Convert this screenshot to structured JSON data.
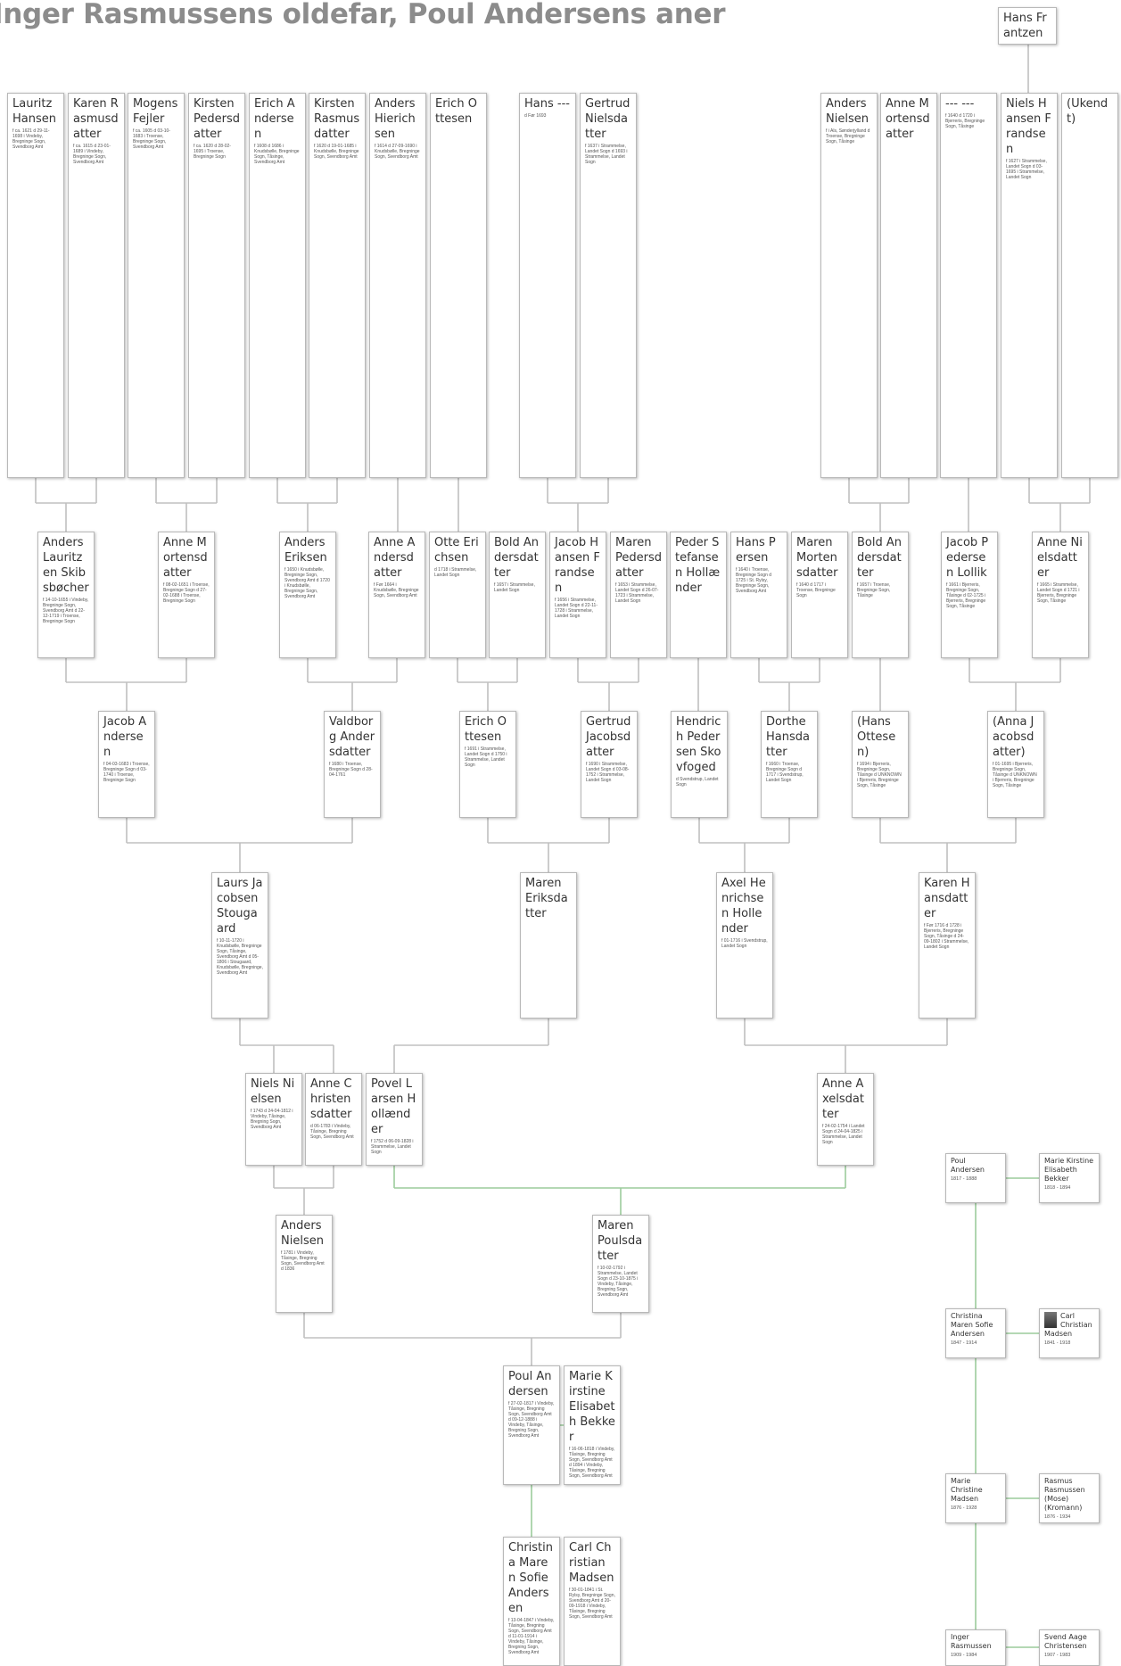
{
  "title": "Inger Rasmussens oldefar, Poul Andersens aner",
  "tree": {
    "people": [
      {
        "id": "hans_frantzen",
        "name": "Hans Frantzen",
        "dates": ""
      },
      {
        "id": "lauritz",
        "name": "Lauritz Hansen",
        "dates": "f ca. 1621 d 29-11-1698 i Vindeby, Bregninge Sogn, Svendborg Amt"
      },
      {
        "id": "karen_r",
        "name": "Karen Rasmusdatter",
        "dates": "f ca. 1615 d 23-01-1689 i Vindeby, Bregninge Sogn, Svendborg Amt"
      },
      {
        "id": "mogens",
        "name": "Mogens Fejler",
        "dates": "f ca. 1605 d 03-10-1683 i Troense, Bregninge Sogn, Svendborg Amt"
      },
      {
        "id": "kirsten_p",
        "name": "Kirsten Pedersdatter",
        "dates": "f ca. 1620 d 28-02-1695 i Troense, Bregninge Sogn"
      },
      {
        "id": "erich_a",
        "name": "Erich Andersen",
        "dates": "f 1608 d 1686 i Knudsbølle, Bregninge Sogn, Tåsinge, Svendborg Amt"
      },
      {
        "id": "kirsten_r",
        "name": "Kirsten Rasmusdatter",
        "dates": "f 1620 d 19-01-1685 i Knudsbølle, Bregninge Sogn, Svendborg Amt"
      },
      {
        "id": "anders_h",
        "name": "Anders Hierichsen",
        "dates": "f 1614 d 27-09-1690 i Knudsbølle, Bregninge Sogn, Svendborg Amt"
      },
      {
        "id": "erich_o1",
        "name": "Erich Ottesen",
        "dates": ""
      },
      {
        "id": "hans_dash",
        "name": "Hans ---",
        "dates": "d Før 1693"
      },
      {
        "id": "gertrud_n",
        "name": "Gertrud Nielsdatter",
        "dates": "f 1637 i Strammelse, Landet Sogn d 1693 i Strammelse, Landet Sogn"
      },
      {
        "id": "anders_n1",
        "name": "Anders Nielsen",
        "dates": "f i Als, Sønderjylland d Troense, Bregninge Sogn, Tåsinge"
      },
      {
        "id": "anne_m1",
        "name": "Anne Mortensdatter",
        "dates": ""
      },
      {
        "id": "dash2",
        "name": "--- ---",
        "dates": "f 1640 d 1720 i Bjerreris, Bregninge Sogn, Tåsinge"
      },
      {
        "id": "niels_hf",
        "name": "Niels Hansen Frandsen",
        "dates": "f 1627 i Strammelse, Landet Sogn d 03-1695 i Strammelse, Landet Sogn"
      },
      {
        "id": "unknown",
        "name": "(Ukendt)",
        "dates": ""
      },
      {
        "id": "maren_p1",
        "name": "Maren Pedersdatter",
        "dates": "f 1632 d 1715 i Strammelse, Landet Sogn"
      },
      {
        "id": "anders_ls",
        "name": "Anders Lauritzen Skibsbøcher",
        "dates": "f 14-10-1655 i Vindeby, Bregninge Sogn, Svendborg Amt d 22-12-1719 i Troense, Bregninge Sogn"
      },
      {
        "id": "anne_m2",
        "name": "Anne Mortensdatter",
        "dates": "f 08-02-1651 i Troense, Bregninge Sogn d 27-02-1688 i Troense, Bregninge Sogn"
      },
      {
        "id": "anders_e",
        "name": "Anders Eriksen",
        "dates": "f 1650 i Knudsbølle, Bregninge Sogn, Svendborg Amt d 1720 i Knudsbølle, Bregninge Sogn, Svendborg Amt"
      },
      {
        "id": "anne_a1",
        "name": "Anne Andersdatter",
        "dates": "f Før 1664 i Knudsbølle, Bregninge Sogn, Svendborg Amt"
      },
      {
        "id": "otte_e",
        "name": "Otte Erichsen",
        "dates": "d 1718 i Strammelse, Landet Sogn"
      },
      {
        "id": "bold_a1",
        "name": "Bold Andersdatter",
        "dates": "f 1657 i Strammelse, Landet Sogn"
      },
      {
        "id": "jacob_hf",
        "name": "Jacob Hansen Frandsen",
        "dates": "f 1656 i Strammelse, Landet Sogn d 22-11-1728 i Strammelse, Landet Sogn"
      },
      {
        "id": "maren_p2",
        "name": "Maren Pedersdatter",
        "dates": "f 1653 i Strammelse, Landet Sogn d 26-07-1723 i Strammelse, Landet Sogn"
      },
      {
        "id": "peder_sh",
        "name": "Peder Stefansen Hollænder",
        "dates": ""
      },
      {
        "id": "hans_p",
        "name": "Hans Persen",
        "dates": "f 1640 i Troense, Bregninge Sogn d 1725 i St. Rylsy, Bregninge Sogn, Svendborg Amt"
      },
      {
        "id": "maren_m",
        "name": "Maren Mortensdatter",
        "dates": "f 1640 d 1717 i Troense, Bregninge Sogn"
      },
      {
        "id": "bold_a2",
        "name": "Bold Andersdatter",
        "dates": "f 1657 i Troense, Bregninge Sogn, Tåsinge"
      },
      {
        "id": "jacob_pl",
        "name": "Jacob Pedersen Lollik",
        "dates": "f 1661 i Bjerreris, Bregninge Sogn, Tåsinge d 02-1725 i Bjerreris, Bregninge Sogn, Tåsinge"
      },
      {
        "id": "anne_n",
        "name": "Anne Nielsdatter",
        "dates": "f 1665 i Strammelse, Landet Sogn d 1721 i Bjerreris, Bregninge Sogn, Tåsinge"
      },
      {
        "id": "jacob_a",
        "name": "Jacob Andersen",
        "dates": "f 04-03-1683 i Troense, Bregninge Sogn d 03-1740 i Troense, Bregninge Sogn"
      },
      {
        "id": "valdborg",
        "name": "Valdborg Andersdatter",
        "dates": "f 1680 i Troense, Bregninge Sogn d 28-04-1761"
      },
      {
        "id": "erich_o2",
        "name": "Erich Ottesen",
        "dates": "f 1691 i Strammelse, Landet Sogn d 1750 i Strammelse, Landet Sogn"
      },
      {
        "id": "gertrud_j",
        "name": "Gertrud Jacobsdatter",
        "dates": "f 1690 i Strammelse, Landet Sogn d 03-08-1752 i Strammelse, Landet Sogn"
      },
      {
        "id": "hendrich",
        "name": "Hendrich Pedersen Skovfoged",
        "dates": "d Svendstrup, Landet Sogn"
      },
      {
        "id": "dorthe",
        "name": "Dorthe Hansdatter",
        "dates": "f 1660 i Troense, Bregninge Sogn d 1717 i Svendstrup, Landet Sogn"
      },
      {
        "id": "hans_o",
        "name": "(Hans Ottesen)",
        "dates": "f 1694 i Bjerreris, Bregninge Sogn, Tåsinge d UNKNOWN i Bjerreris, Bregninge Sogn, Tåsinge"
      },
      {
        "id": "anna_j",
        "name": "(Anna Jacobsdatter)",
        "dates": "f 01-1695 i Bjerreris, Bregninge Sogn, Tåsinge d UNKNOWN i Bjerreris, Bregninge Sogn, Tåsinge"
      },
      {
        "id": "laurs",
        "name": "Laurs Jacobsen Stougaard",
        "dates": "f 10-11-1720 i Knudsbølle, Bregninge Sogn, Tåsinge, Svendborg Amt d 05-1806 i Stougaard, Knudsbølle, Bregninge, Svendborg Amt"
      },
      {
        "id": "maren_e",
        "name": "Maren Eriksdatter",
        "dates": ""
      },
      {
        "id": "axel",
        "name": "Axel Henrichsen Hollender",
        "dates": "f 01-1716 i Svendstrup, Landet Sogn"
      },
      {
        "id": "karen_h",
        "name": "Karen Hansdatter",
        "dates": "f Før 1716 d 1728 i Bjerreris, Bregninge Sogn, Tåsinge d 24-09-1802 i Strammelse, Landet Sogn"
      },
      {
        "id": "niels_n",
        "name": "Niels Nielsen",
        "dates": "f 1743 d 24-04-1812 i Vindeby, Tåsinge, Bregning Sogn, Svendborg Amt"
      },
      {
        "id": "anne_c",
        "name": "Anne Christensdatter",
        "dates": "d 06-1783 i Vindeby, Tåsinge, Bregning Sogn, Svendborg Amt"
      },
      {
        "id": "povel",
        "name": "Povel Larsen Hollænder",
        "dates": "f 1752 d 06-09-1828 i Strammelse, Landet Sogn"
      },
      {
        "id": "anne_ax",
        "name": "Anne Axelsdatter",
        "dates": "f 24-02-1754 i Landet Sogn d 24-04-1825 i Strammelse, Landet Sogn"
      },
      {
        "id": "anders_n2",
        "name": "Anders Nielsen",
        "dates": "f 1781 i Vindeby, Tåsinge, Bregning Sogn, Svendborg Amt d 1836"
      },
      {
        "id": "maren_pl",
        "name": "Maren Poulsdatter",
        "dates": "f 10-02-1792 i Strammelse, Landet Sogn d 23-10-1875 i Vindeby, Tåsinge, Bregning Sogn, Svendborg Amt"
      },
      {
        "id": "poul_a",
        "name": "Poul Andersen",
        "dates": "f 27-02-1817 i Vindeby, Tåsinge, Bregning Sogn, Svendborg Amt d 09-12-1888 i Vindeby, Tåsinge, Bregning Sogn, Svendborg Amt"
      },
      {
        "id": "marie_keb",
        "name": "Marie Kirstine Elisabeth Bekker",
        "dates": "f 16-06-1818 i Vindeby, Tåsinge, Bregning Sogn, Svendborg Amt d 1894 i Vindeby, Tåsinge, Bregning Sogn, Svendborg Amt"
      },
      {
        "id": "christina",
        "name": "Christina Maren Sofie Andersen",
        "dates": "f 13-04-1847 i Vindeby, Tåsinge, Bregning Sogn, Svendborg Amt d 11-01-1914 i Vindeby, Tåsinge, Bregning Sogn, Svendborg Amt"
      },
      {
        "id": "carl_cm",
        "name": "Carl Christian Madsen",
        "dates": "f 30-01-1841 i St. Rylsy, Bregninge Sogn, Svendborg Amt d 20-09-1918 i Vindeby, Tåsinge, Bregning Sogn, Svendborg Amt"
      }
    ],
    "sidebar": [
      {
        "name": "Poul Andersen",
        "dates": "1817 - 1888"
      },
      {
        "name": "Marie Kirstine Elisabeth Bekker",
        "dates": "1818 - 1894"
      },
      {
        "name": "Christina Maren Sofie Andersen",
        "dates": "1847 - 1914"
      },
      {
        "name": "Carl Christian Madsen",
        "dates": "1841 - 1918"
      },
      {
        "name": "Marie Christine Madsen",
        "dates": "1876 - 1928"
      },
      {
        "name": "Rasmus Rasmussen (Mose) (Kromann)",
        "dates": "1876 - 1934"
      },
      {
        "name": "Inger Rasmussen",
        "dates": "1909 - 1984"
      },
      {
        "name": "Svend Aage Christensen",
        "dates": "1907 - 1983"
      }
    ]
  },
  "colors": {
    "line_gray": "#c0c0c0",
    "line_green": "#9ccc9c",
    "border": "#b8b8b8",
    "title": "#8c8c8c"
  }
}
